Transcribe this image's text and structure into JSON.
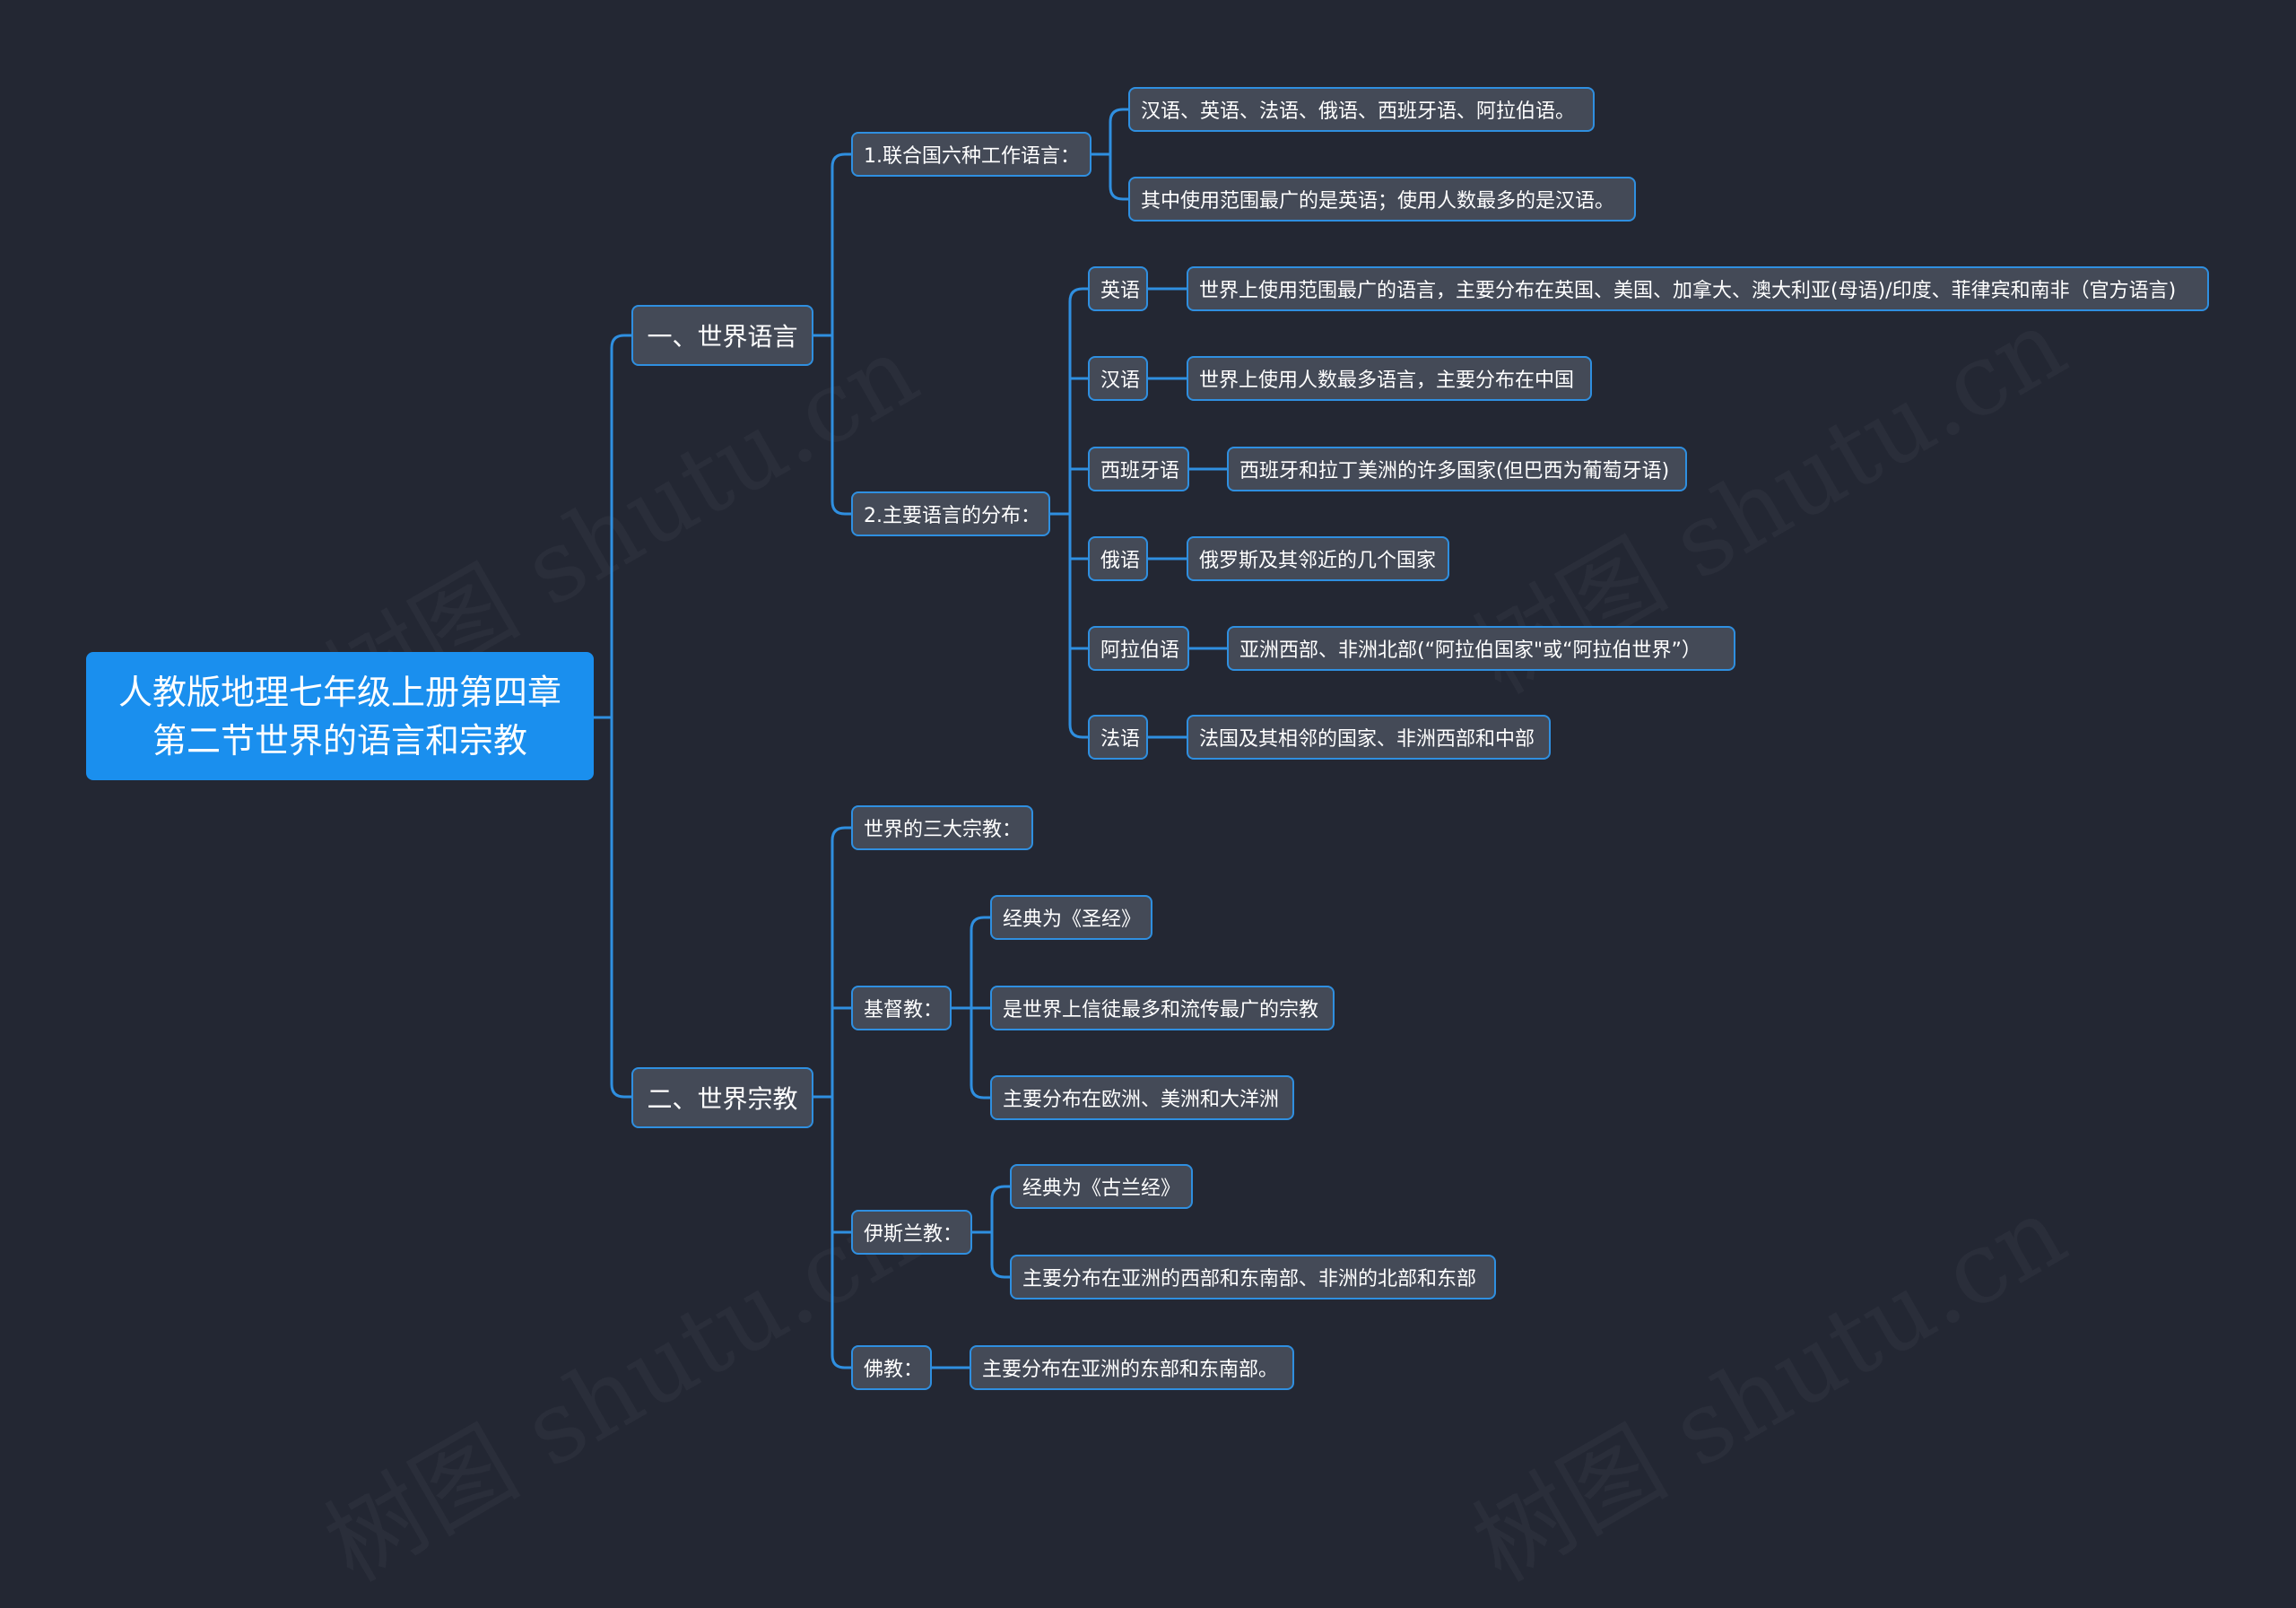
{
  "root": {
    "line1": "人教版地理七年级上册第四章",
    "line2": "第二节世界的语言和宗教"
  },
  "languages": {
    "label": "一、世界语言",
    "un": {
      "label": "1.联合国六种工作语言：",
      "items": [
        "汉语、英语、法语、俄语、西班牙语、阿拉伯语。",
        "其中使用范围最广的是英语；使用人数最多的是汉语。"
      ]
    },
    "distribution": {
      "label": "2.主要语言的分布：",
      "langs": [
        {
          "name": "英语",
          "desc": "世界上使用范围最广的语言，主要分布在英国、美国、加拿大、澳大利亚(母语)/印度、菲律宾和南非（官方语言)"
        },
        {
          "name": "汉语",
          "desc": "世界上使用人数最多语言，主要分布在中国"
        },
        {
          "name": "西班牙语",
          "desc": "西班牙和拉丁美洲的许多国家(但巴西为葡萄牙语)"
        },
        {
          "name": "俄语",
          "desc": "俄罗斯及其邻近的几个国家"
        },
        {
          "name": "阿拉伯语",
          "desc": "亚洲西部、非洲北部(“阿拉伯国家\"或“阿拉伯世界”）"
        },
        {
          "name": "法语",
          "desc": "法国及其相邻的国家、非洲西部和中部"
        }
      ]
    }
  },
  "religions": {
    "label": "二、世界宗教",
    "three": {
      "label": "世界的三大宗教："
    },
    "christianity": {
      "label": "基督教：",
      "items": [
        "经典为《圣经》",
        "是世界上信徒最多和流传最广的宗教",
        "主要分布在欧洲、美洲和大洋洲"
      ]
    },
    "islam": {
      "label": "伊斯兰教：",
      "items": [
        "经典为《古兰经》",
        "主要分布在亚洲的西部和东南部、非洲的北部和东部"
      ]
    },
    "buddhism": {
      "label": "佛教：",
      "items": [
        "主要分布在亚洲的东部和东南部。"
      ]
    }
  },
  "watermark": "树图 shutu.cn",
  "colors": {
    "background": "#232733",
    "accent": "#1a8fee",
    "node": "#444a57",
    "line": "#2f8fe0"
  }
}
